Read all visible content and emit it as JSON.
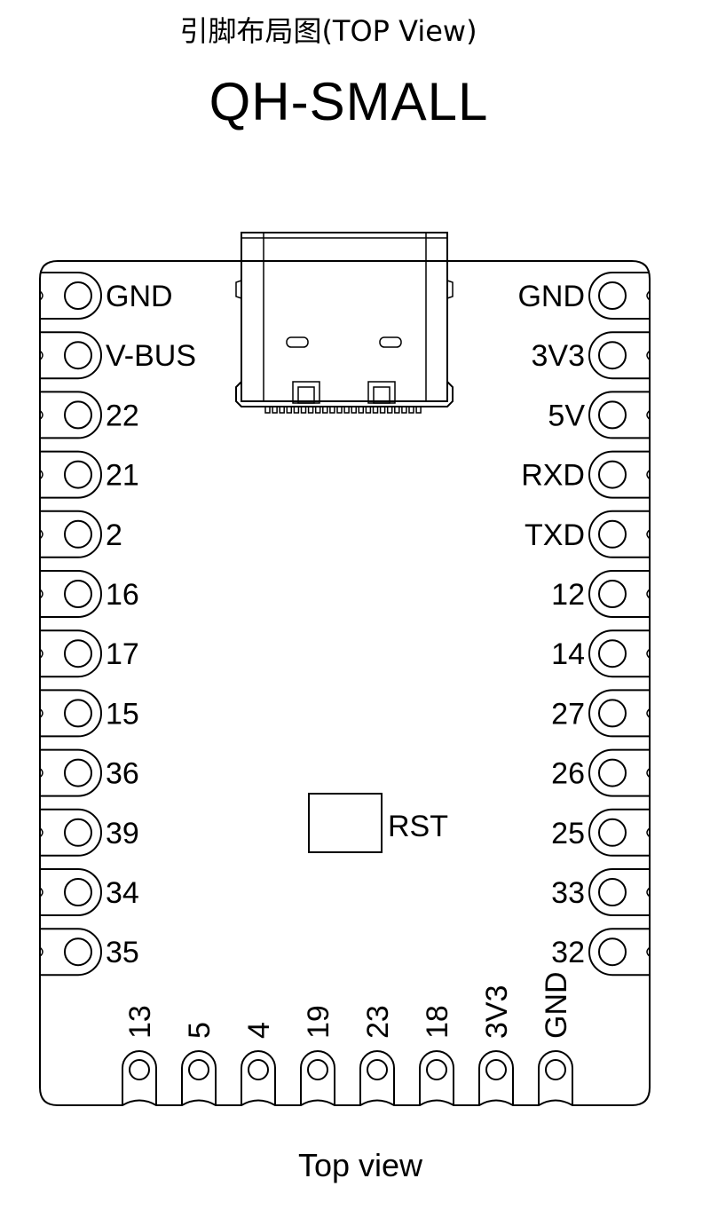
{
  "header": {
    "subtitle": "引脚布局图(TOP View)",
    "title": "QH-SMALL"
  },
  "pins": {
    "left": [
      "GND",
      "V-BUS",
      "22",
      "21",
      "2",
      "16",
      "17",
      "15",
      "36",
      "39",
      "34",
      "35"
    ],
    "right": [
      "GND",
      "3V3",
      "5V",
      "RXD",
      "TXD",
      "12",
      "14",
      "27",
      "26",
      "25",
      "33",
      "32"
    ],
    "bottom": [
      "13",
      "5",
      "4",
      "19",
      "23",
      "18",
      "3V3",
      "GND"
    ]
  },
  "button": {
    "label": "RST"
  },
  "footer": {
    "caption": "Top view"
  }
}
